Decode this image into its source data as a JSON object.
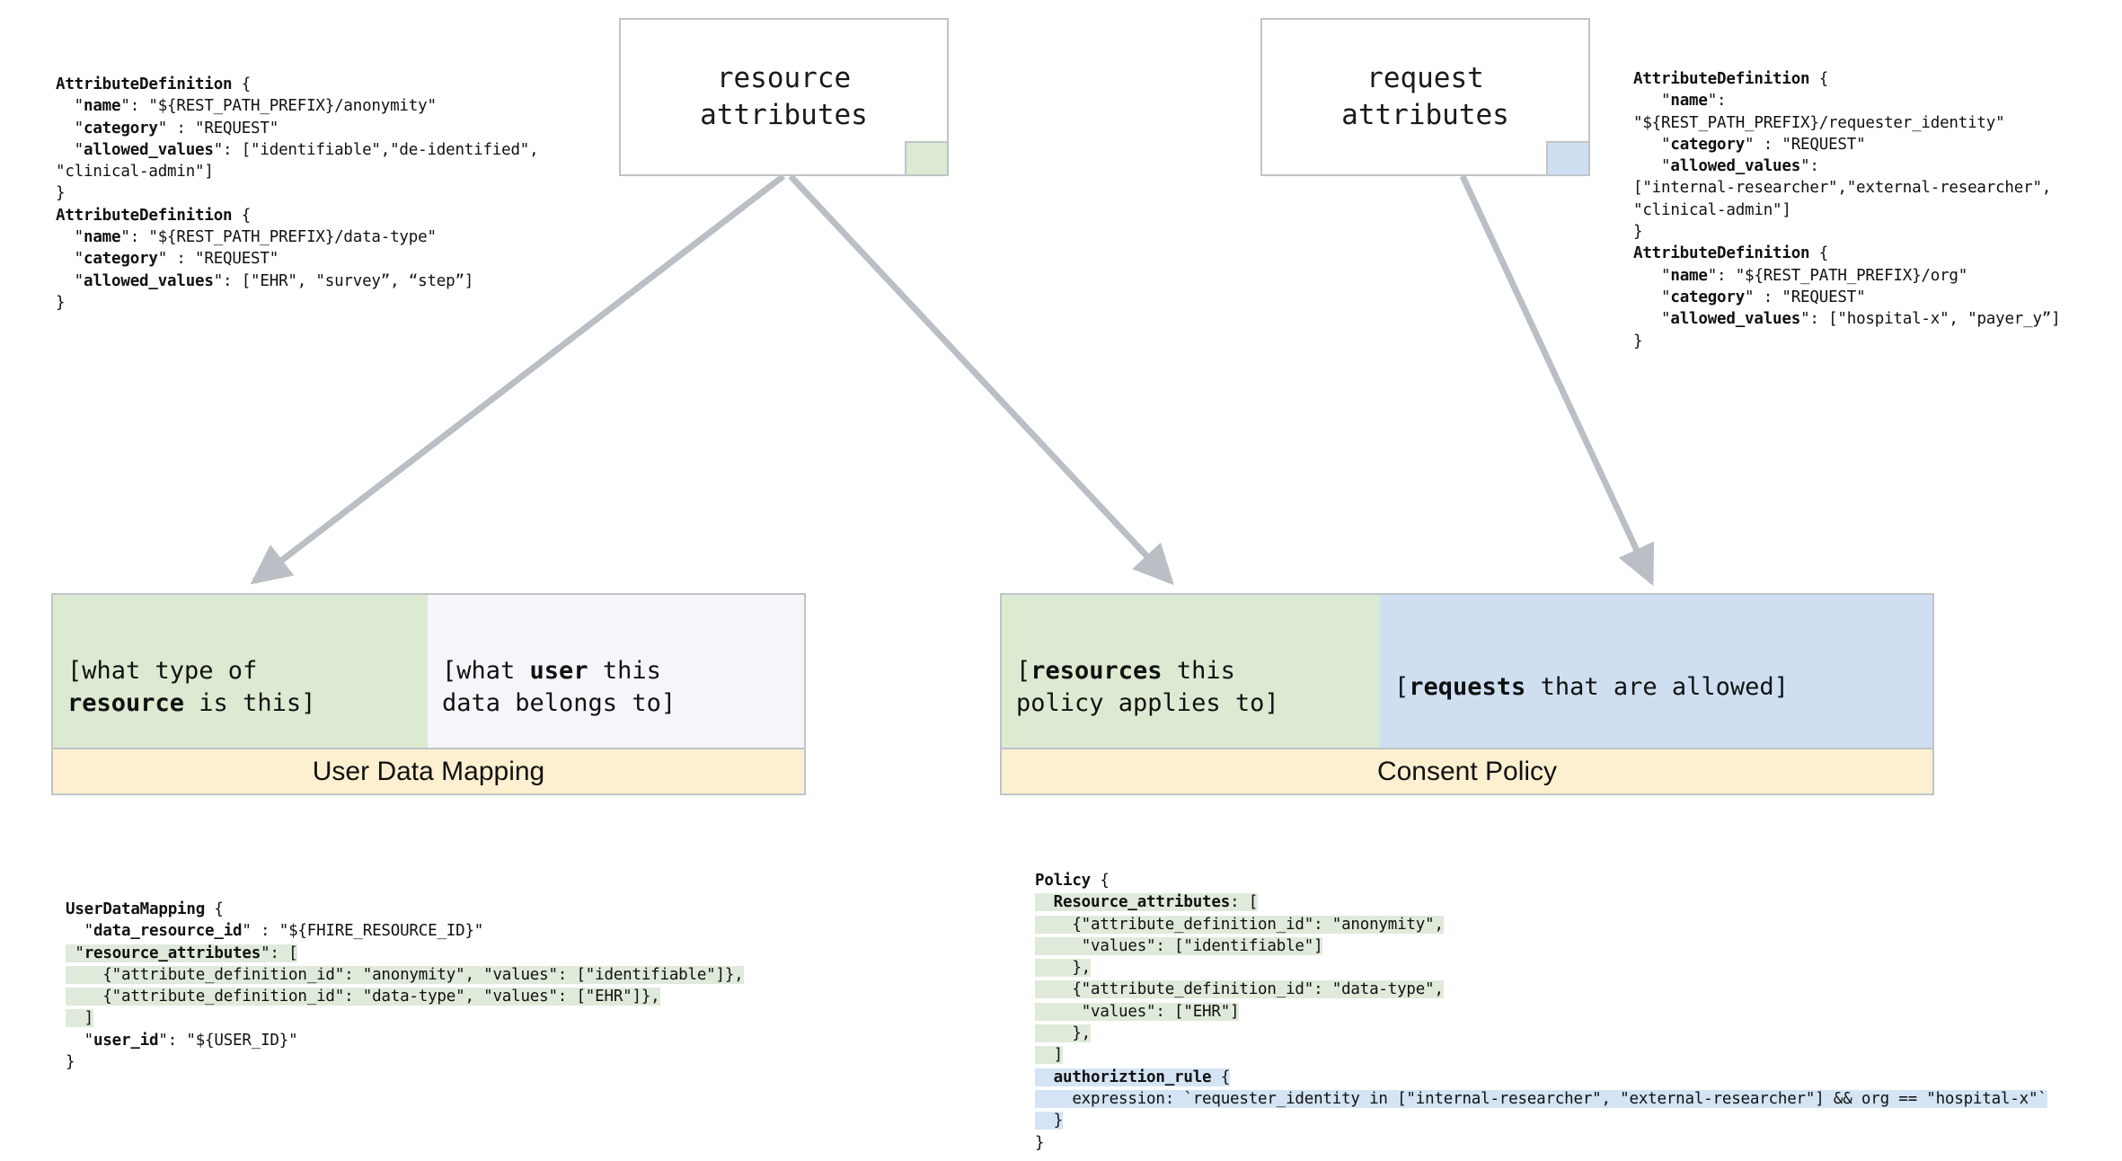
{
  "diagram": {
    "title": "Attribute definitions mapped to User Data Mapping and Consent Policy",
    "colors": {
      "resource_green": "#dcead2",
      "request_blue": "#cfdff1",
      "label_yellow": "#fdf0d0",
      "border_gray": "#bfc4c9",
      "arrow_gray": "#b9bfc4",
      "highlight_green": "#dfeada",
      "highlight_blue": "#d4e4f4"
    }
  },
  "source_boxes": [
    {
      "id": "resource-attributes",
      "label": "resource\nattributes",
      "swatch_color": "#dcead2",
      "swatch_name": "resource-attributes-color-swatch"
    },
    {
      "id": "request-attributes",
      "label": "request\nattributes",
      "swatch_color": "#cfdff1",
      "swatch_name": "request-attributes-color-swatch"
    }
  ],
  "code_blocks": {
    "top_left": {
      "name": "resource-attribute-definitions-code",
      "lines": [
        {
          "text": "AttributeDefinition {",
          "bold": "AttributeDefinition"
        },
        {
          "text": "  \"name\": \"${REST_PATH_PREFIX}/anonymity\"",
          "bold": "name"
        },
        {
          "text": "  \"category\" : \"REQUEST\"",
          "bold": "category"
        },
        {
          "text": "  \"allowed_values\": [\"identifiable\",\"de-identified\",",
          "bold": "allowed_values"
        },
        {
          "text": "\"clinical-admin\"]",
          "bold": ""
        },
        {
          "text": "}",
          "bold": ""
        },
        {
          "text": "AttributeDefinition {",
          "bold": "AttributeDefinition"
        },
        {
          "text": "  \"name\": \"${REST_PATH_PREFIX}/data-type\"",
          "bold": "name"
        },
        {
          "text": "  \"category\" : \"REQUEST\"",
          "bold": "category"
        },
        {
          "text": "  \"allowed_values\": [\"EHR\", \"survey”, “step”]",
          "bold": "allowed_values"
        },
        {
          "text": "}",
          "bold": ""
        }
      ]
    },
    "top_right": {
      "name": "request-attribute-definitions-code",
      "lines": [
        {
          "text": "AttributeDefinition {",
          "bold": "AttributeDefinition"
        },
        {
          "text": "   \"name\":",
          "bold": "name"
        },
        {
          "text": "\"${REST_PATH_PREFIX}/requester_identity\"",
          "bold": ""
        },
        {
          "text": "   \"category\" : \"REQUEST\"",
          "bold": "category"
        },
        {
          "text": "   \"allowed_values\":",
          "bold": "allowed_values"
        },
        {
          "text": "[\"internal-researcher\",\"external-researcher\",",
          "bold": ""
        },
        {
          "text": "\"clinical-admin\"]",
          "bold": ""
        },
        {
          "text": "}",
          "bold": ""
        },
        {
          "text": "AttributeDefinition {",
          "bold": "AttributeDefinition"
        },
        {
          "text": "   \"name\": \"${REST_PATH_PREFIX}/org\"",
          "bold": "name"
        },
        {
          "text": "   \"category\" : \"REQUEST\"",
          "bold": "category"
        },
        {
          "text": "   \"allowed_values\": [\"hospital-x\", \"payer_y”]",
          "bold": "allowed_values"
        },
        {
          "text": "}",
          "bold": ""
        }
      ]
    },
    "bottom_left": {
      "name": "user-data-mapping-code",
      "lines": [
        {
          "text": "UserDataMapping {",
          "highlight": "none"
        },
        {
          "text": "  \"data_resource_id\" : \"${FHIRE_RESOURCE_ID}\"",
          "highlight": "none"
        },
        {
          "text": " \"resource_attributes\": [",
          "highlight": "green"
        },
        {
          "text": "    {\"attribute_definition_id\": \"anonymity\", \"values\": [\"identifiable\"]},",
          "highlight": "green"
        },
        {
          "text": "    {\"attribute_definition_id\": \"data-type\", \"values\": [\"EHR\"]},",
          "highlight": "green"
        },
        {
          "text": "  ]",
          "highlight": "green"
        },
        {
          "text": "  \"user_id\": \"${USER_ID}\"",
          "highlight": "none"
        },
        {
          "text": "}",
          "highlight": "none"
        }
      ]
    },
    "bottom_right": {
      "name": "consent-policy-code",
      "lines": [
        {
          "text": "Policy {",
          "highlight": "none"
        },
        {
          "text": "  Resource_attributes: [",
          "highlight": "green"
        },
        {
          "text": "    {\"attribute_definition_id\": \"anonymity\",",
          "highlight": "green"
        },
        {
          "text": "     \"values\": [\"identifiable\"]",
          "highlight": "green"
        },
        {
          "text": "    },",
          "highlight": "green"
        },
        {
          "text": "    {\"attribute_definition_id\": \"data-type\",",
          "highlight": "green"
        },
        {
          "text": "     \"values\": [\"EHR\"]",
          "highlight": "green"
        },
        {
          "text": "    },",
          "highlight": "green"
        },
        {
          "text": "  ]",
          "highlight": "green"
        },
        {
          "text": "  authoriztion_rule {",
          "highlight": "blue"
        },
        {
          "text": "    expression: `requester_identity in [\"internal-researcher\", \"external-researcher\"] && org == \"hospital-x\"`",
          "highlight": "blue"
        },
        {
          "text": "  }",
          "highlight": "blue"
        },
        {
          "text": "}",
          "highlight": "none"
        }
      ]
    }
  },
  "cards": [
    {
      "id": "user-data-mapping",
      "footer_label": "User Data Mapping",
      "cells": [
        {
          "id": "resource-type-cell",
          "style": "green",
          "segments": [
            {
              "text": "[what type of\n",
              "bold": false
            },
            {
              "text": "resource",
              "bold": true
            },
            {
              "text": " is this]",
              "bold": false
            }
          ]
        },
        {
          "id": "user-owner-cell",
          "style": "white",
          "segments": [
            {
              "text": "[what ",
              "bold": false
            },
            {
              "text": "user",
              "bold": true
            },
            {
              "text": " this\ndata belongs to]",
              "bold": false
            }
          ]
        }
      ]
    },
    {
      "id": "consent-policy",
      "footer_label": "Consent Policy",
      "cells": [
        {
          "id": "policy-resources-cell",
          "style": "green",
          "segments": [
            {
              "text": "[",
              "bold": false
            },
            {
              "text": "resources",
              "bold": true
            },
            {
              "text": " this\npolicy applies to]",
              "bold": false
            }
          ]
        },
        {
          "id": "policy-requests-cell",
          "style": "blue",
          "segments": [
            {
              "text": "[",
              "bold": false
            },
            {
              "text": "requests",
              "bold": true
            },
            {
              "text": " that are allowed]",
              "bold": false
            }
          ]
        }
      ]
    }
  ],
  "arrows": [
    {
      "name": "arrow-resource-to-user-data-mapping",
      "from": "resource-attributes",
      "to": "user-data-mapping"
    },
    {
      "name": "arrow-resource-to-consent-policy",
      "from": "resource-attributes",
      "to": "consent-policy"
    },
    {
      "name": "arrow-request-to-consent-policy",
      "from": "request-attributes",
      "to": "consent-policy"
    }
  ]
}
